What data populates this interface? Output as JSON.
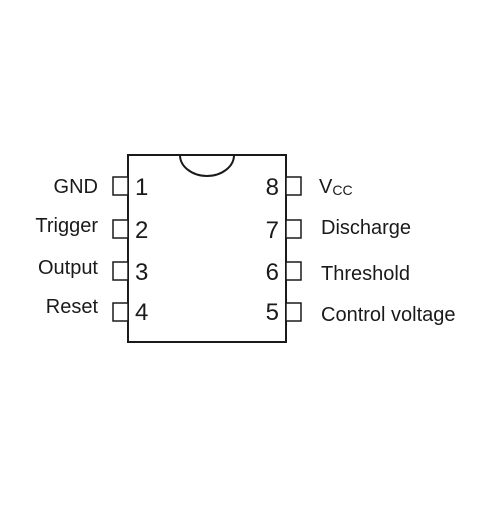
{
  "chip": {
    "outline_color": "#1a1a1a",
    "background": "#ffffff",
    "left_pins": [
      {
        "number": "1",
        "label": "GND"
      },
      {
        "number": "2",
        "label": "Trigger"
      },
      {
        "number": "3",
        "label": "Output"
      },
      {
        "number": "4",
        "label": "Reset"
      }
    ],
    "right_pins": [
      {
        "number": "8",
        "label": "V",
        "subscript": "CC"
      },
      {
        "number": "7",
        "label": "Discharge"
      },
      {
        "number": "6",
        "label": "Threshold"
      },
      {
        "number": "5",
        "label": "Control voltage"
      }
    ]
  }
}
